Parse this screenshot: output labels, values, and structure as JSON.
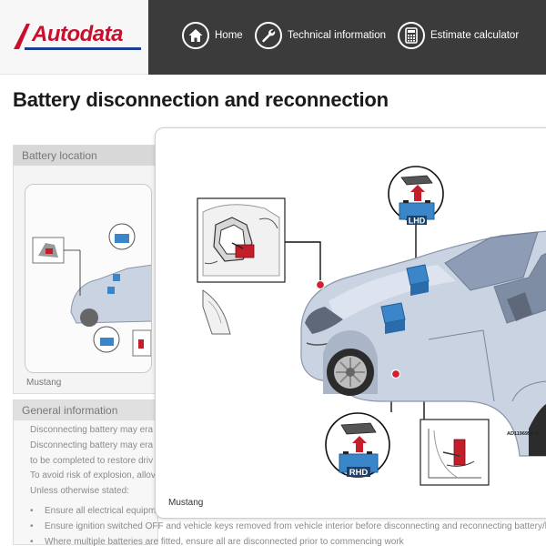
{
  "brand": {
    "name": "Autodata",
    "red": "#c8102e",
    "blue": "#1d3f8f"
  },
  "nav": {
    "background": "#3b3b3b",
    "items": [
      {
        "label": "Home",
        "icon": "home-icon"
      },
      {
        "label": "Technical information",
        "icon": "wrench-icon"
      },
      {
        "label": "Estimate calculator",
        "icon": "calculator-icon"
      }
    ]
  },
  "page": {
    "title": "Battery disconnection and reconnection"
  },
  "sections": {
    "battery_location": {
      "heading": "Battery location",
      "thumb_caption": "Mustang"
    },
    "general_information": {
      "heading": "General information",
      "lines": [
        "Disconnecting battery may era",
        "Disconnecting battery may era",
        "to be completed to restore driv",
        "To avoid risk of explosion, allov",
        "Unless otherwise stated:"
      ],
      "bullets": [
        "Ensure all electrical equipm",
        "Ensure ignition switched OFF and vehicle keys removed from vehicle interior before disconnecting and reconnecting battery/batteries",
        "Where multiple batteries are fitted, ensure all are disconnected prior to commencing work"
      ]
    }
  },
  "popup": {
    "caption": "Mustang",
    "ref_code": "AD1196954",
    "labels": {
      "lhd": "LHD",
      "rhd": "RHD"
    },
    "colors": {
      "battery_blue": "#3a86c8",
      "arrow_red": "#c41e2a",
      "car_body": "#c9d3e2",
      "marker": "#d1202f"
    }
  }
}
